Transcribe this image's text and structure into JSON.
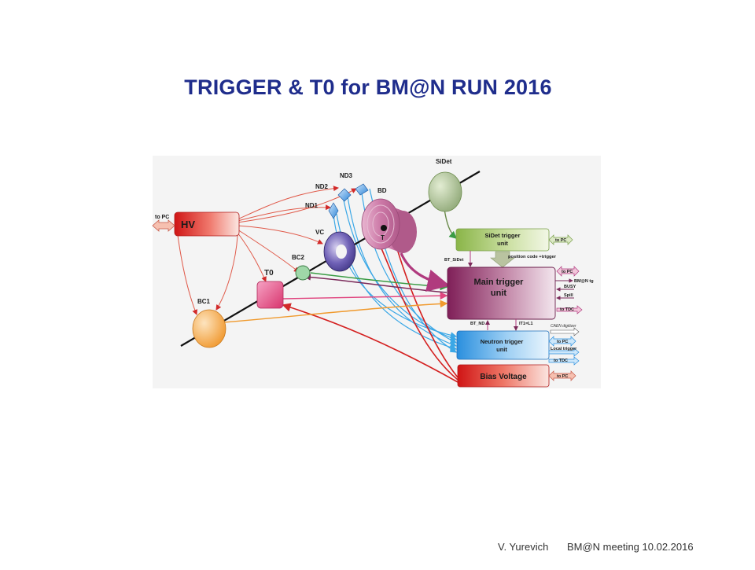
{
  "slide": {
    "title": "TRIGGER & T0 for BM@N RUN 2016",
    "footer_author": "V. Yurevich",
    "footer_meeting": "BM@N meeting 10.02.2016"
  },
  "diagram": {
    "detectors": {
      "hv": "HV",
      "bc1": "BC1",
      "bc2": "BC2",
      "t0": "T0",
      "vc": "VC",
      "nd1": "ND1",
      "nd2": "ND2",
      "nd3": "ND3",
      "bd": "BD",
      "target": "T",
      "sidet": "SiDet"
    },
    "units": {
      "sidet_line1": "SiDet trigger",
      "sidet_line2": "unit",
      "main_line1": "Main trigger",
      "main_line2": "unit",
      "neutron_line1": "Neutron trigger",
      "neutron_line2": "unit",
      "bias": "Bias Voltage"
    },
    "signals": {
      "hv_to_pc": "to PC",
      "bt_sidet": "BT_SiDet",
      "position_code": "position code +trigger",
      "sidet_to_pc": "to PC",
      "main_to_pc": "to PC",
      "bmn_tg": "BM@N tg",
      "busy": "BUSY",
      "spill": "Spill",
      "main_to_tdc": "to TDC",
      "bt_nd": "BT_ND",
      "it1": "IT1=L1",
      "caen": "CAEN digitizer",
      "nt_to_pc": "to PC",
      "local_trigger": "Local trigger",
      "nt_to_tdc": "to TDC",
      "bias_to_pc": "to PC"
    },
    "colors": {
      "title": "#1f2d8c",
      "hv_box": "#d21a1a",
      "bias_box": "#d21a1a",
      "main_unit": "#8e2a63",
      "sidet_unit": "#8fba4c",
      "neutron_unit": "#2f95e0",
      "bd_detector": "#c66aa0",
      "vc_detector": "#4a3d96",
      "t0_detector": "#e0457f",
      "bc1_detector": "#f09a2e",
      "nd_detector": "#2f86d8"
    }
  }
}
